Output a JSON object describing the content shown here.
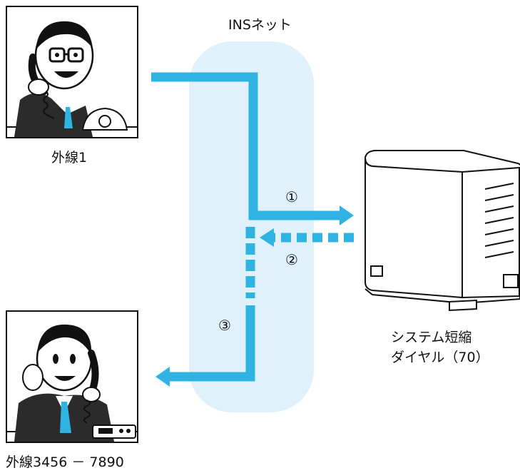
{
  "network_label": "INSネット",
  "caller_top": {
    "label": "外線1"
  },
  "caller_bottom": {
    "label": "外線3456 － 7890"
  },
  "pbx": {
    "label_line1": "システム短縮",
    "label_line2": "ダイヤル（70）"
  },
  "steps": [
    "①",
    "②",
    "③"
  ],
  "colors": {
    "accent": "#2fb3e3",
    "band": "#d9f0fa",
    "ink": "#111111"
  },
  "icons": [
    "person-on-phone-icon",
    "telephone-icon",
    "pbx-unit-icon"
  ]
}
